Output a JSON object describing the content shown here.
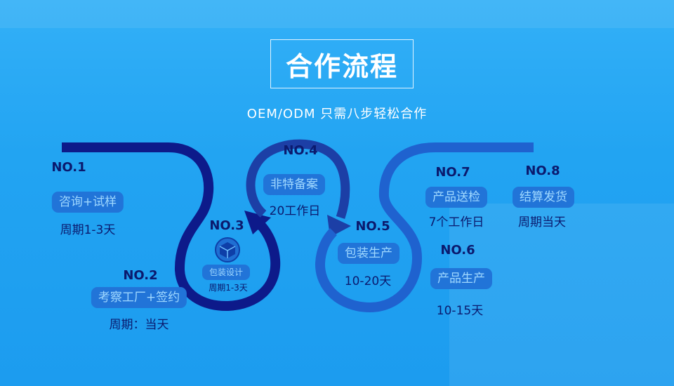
{
  "title": "合作流程",
  "subtitle": "OEM/ODM 只需八步轻松合作",
  "steps": [
    {
      "no": "NO.1",
      "label": "咨询+试样",
      "duration": "周期1-3天"
    },
    {
      "no": "NO.2",
      "label": "考察工厂+签约",
      "duration": "周期：当天"
    },
    {
      "no": "NO.3",
      "label": "包装设计",
      "duration": "周期1-3天",
      "icon": "package-box-icon"
    },
    {
      "no": "NO.4",
      "label": "非特备案",
      "duration": "20工作日"
    },
    {
      "no": "NO.5",
      "label": "包装生产",
      "duration": "10-20天"
    },
    {
      "no": "NO.6",
      "label": "产品生产",
      "duration": "10-15天"
    },
    {
      "no": "NO.7",
      "label": "产品送检",
      "duration": "7个工作日"
    },
    {
      "no": "NO.8",
      "label": "结算发货",
      "duration": "周期当天"
    }
  ],
  "colors": {
    "background": "#22a4f2",
    "path_dark": "#0d1a8a",
    "path_mid": "#1c3fa6",
    "path_light": "#1f62cf",
    "pill": "#2174d8",
    "text_dark": "#0b1a6e"
  }
}
